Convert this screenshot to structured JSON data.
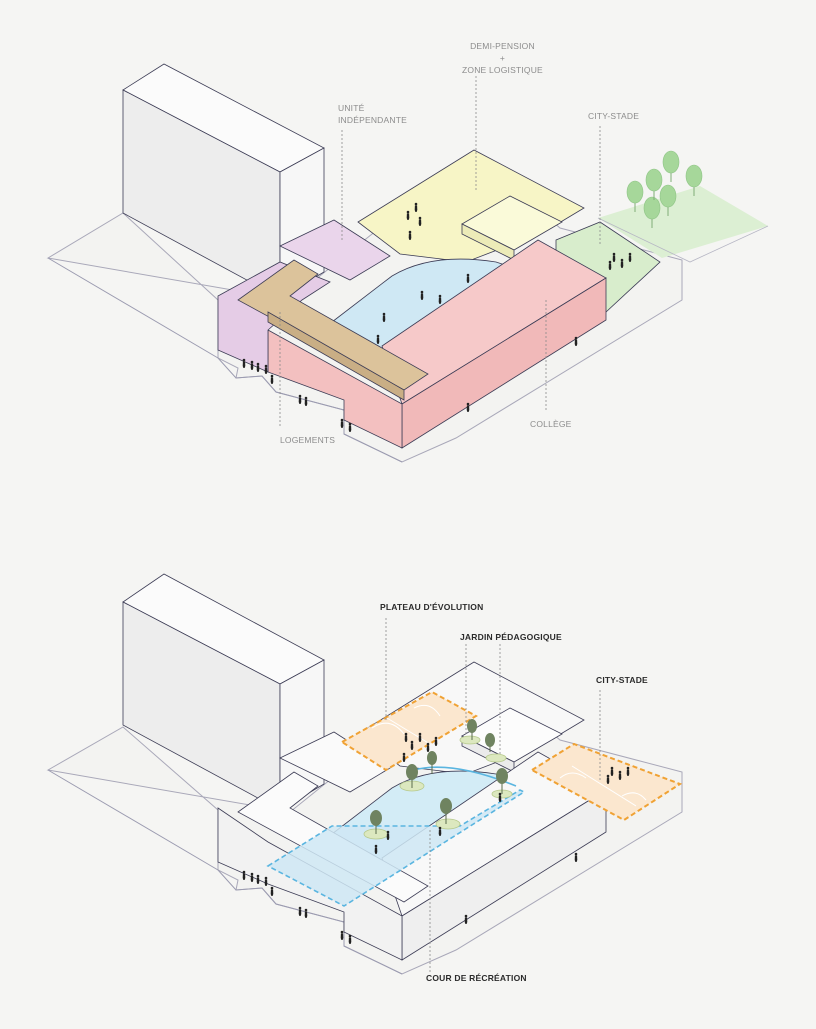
{
  "diagram_top": {
    "labels": {
      "demi_pension": "DEMI-PENSION",
      "plus": "+",
      "zone_logistique": "ZONE LOGISTIQUE",
      "unite": "UNITÉ",
      "independante": "INDÉPENDANTE",
      "city_stade": "CITY-STADE",
      "logements": "LOGEMENTS",
      "college": "COLLÈGE"
    },
    "colors": {
      "demi_pension": "#f7f5c6",
      "unite_independante": "#e5cce6",
      "logements": "#dcc39b",
      "college": "#f6c9c9",
      "courtyard": "#cfe8f4",
      "city_stade": "#d8edcc",
      "park": "#dcefd3",
      "tree": "#a6d79a"
    }
  },
  "diagram_bottom": {
    "labels": {
      "plateau": "PLATEAU D'ÉVOLUTION",
      "jardin": "JARDIN PÉDAGOGIQUE",
      "city_stade": "CITY-STADE",
      "cour": "COUR DE RÉCRÉATION"
    },
    "colors": {
      "sport_zone_fill": "#fbe7cf",
      "sport_zone_outline": "#f0a234",
      "courtyard_fill": "#d3ecf6",
      "courtyard_outline": "#5ab5e0",
      "garden": "#dce8bf",
      "tree": "#6f8360"
    }
  }
}
